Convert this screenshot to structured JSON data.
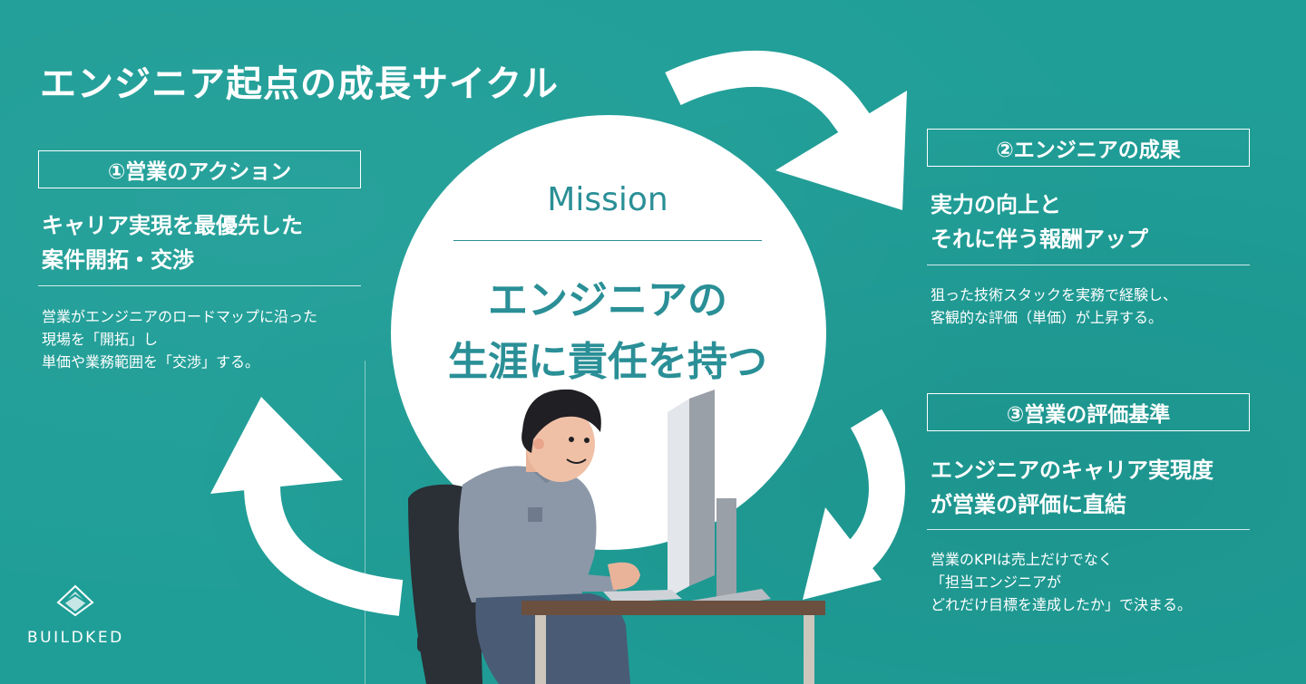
{
  "title": "エンジニア起点の成長サイクル",
  "mission": {
    "label": "Mission",
    "line1": "エンジニアの",
    "line2": "生涯に責任を持つ"
  },
  "step1": {
    "label": "①営業のアクション",
    "headline1": "キャリア実現を最優先した",
    "headline2": "案件開拓・交渉",
    "body1": "営業がエンジニアのロードマップに沿った",
    "body2": "現場を「開拓」し",
    "body3": "単価や業務範囲を「交渉」する。"
  },
  "step2": {
    "label": "②エンジニアの成果",
    "headline1": "実力の向上と",
    "headline2": "それに伴う報酬アップ",
    "body1": "狙った技術スタックを実務で経験し、",
    "body2": "客観的な評価（単価）が上昇する。"
  },
  "step3": {
    "label": "③営業の評価基準",
    "headline1": "エンジニアのキャリア実現度",
    "headline2": "が営業の評価に直結",
    "body1": "営業のKPIは売上だけでなく",
    "body2": "「担当エンジニアが",
    "body3": "どれだけ目標を達成したか」で決まる。"
  },
  "logo": {
    "text": "BUILDKED",
    "icon": "buildked-logo-icon"
  },
  "colors": {
    "background": "#1f9e97",
    "accent": "#2a8f96",
    "white": "#ffffff"
  }
}
